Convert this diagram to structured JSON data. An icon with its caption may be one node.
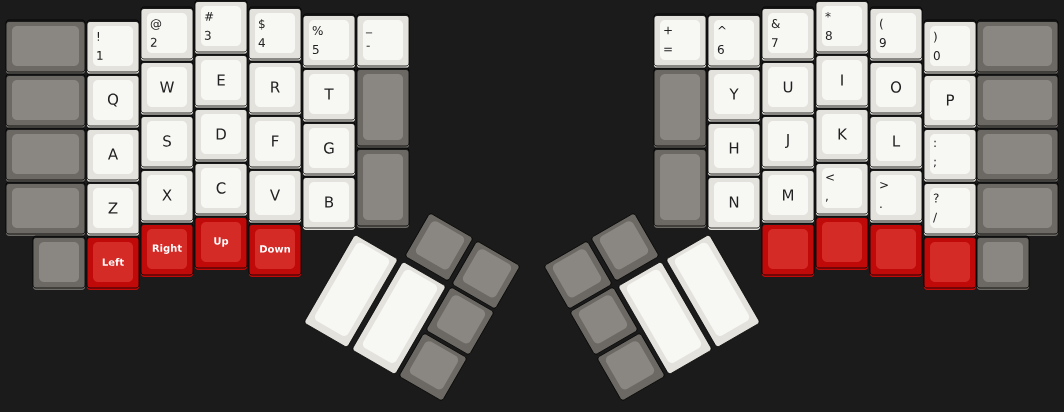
{
  "diagram": {
    "nodes": [
      {
        "text": [],
        "shape": "box"
      },
      {
        "text": [
          "!",
          "1"
        ]
      },
      {
        "text": [
          "@",
          "2"
        ]
      },
      {
        "text": [
          "#",
          "3"
        ]
      },
      {
        "text": [
          "$",
          "4"
        ]
      },
      {
        "text": [
          "%",
          "5"
        ]
      },
      {
        "text": [
          "_",
          "-"
        ]
      },
      {
        "text": [],
        "shape": "box"
      },
      {
        "text": [
          "Q"
        ]
      },
      {
        "text": [
          "W"
        ]
      },
      {
        "text": [
          "E"
        ]
      },
      {
        "text": [
          "R"
        ]
      },
      {
        "text": [
          "T"
        ]
      },
      {
        "text": [],
        "shape": "box"
      },
      {
        "text": [],
        "shape": "box"
      },
      {
        "text": [
          "A"
        ]
      },
      {
        "text": [
          "S"
        ]
      },
      {
        "text": [
          "D"
        ]
      },
      {
        "text": [
          "F"
        ]
      },
      {
        "text": [
          "G"
        ]
      },
      {
        "text": [],
        "shape": "box"
      },
      {
        "text": [],
        "shape": "box"
      },
      {
        "text": [
          "Z"
        ]
      },
      {
        "text": [
          "X"
        ]
      },
      {
        "text": [
          "C"
        ]
      },
      {
        "text": [
          "V"
        ]
      },
      {
        "text": [
          "B"
        ]
      },
      {
        "text": [],
        "shape": "box"
      },
      {
        "text": [
          "Left"
        ]
      },
      {
        "text": [
          "Right"
        ]
      },
      {
        "text": [
          "Up"
        ]
      },
      {
        "text": [
          "Down"
        ]
      },
      {
        "text": [],
        "shape": "box"
      },
      {
        "text": [],
        "shape": "box"
      },
      {
        "text": [],
        "shape": "box"
      },
      {
        "text": [],
        "shape": "box"
      },
      {
        "text": [],
        "shape": "box"
      },
      {
        "text": [],
        "shape": "box"
      },
      {
        "text": [
          "+",
          "="
        ]
      },
      {
        "text": [
          "^",
          "6"
        ]
      },
      {
        "text": [
          "&",
          "7"
        ]
      },
      {
        "text": [
          "*",
          "8"
        ]
      },
      {
        "text": [
          "(",
          "9"
        ]
      },
      {
        "text": [
          ")",
          "0"
        ]
      },
      {
        "text": [],
        "shape": "box"
      },
      {
        "text": [],
        "shape": "box"
      },
      {
        "text": [
          "Y"
        ]
      },
      {
        "text": [
          "U"
        ]
      },
      {
        "text": [
          "I"
        ]
      },
      {
        "text": [
          "O"
        ]
      },
      {
        "text": [
          "P"
        ]
      },
      {
        "text": [],
        "shape": "box"
      },
      {
        "text": [],
        "shape": "box"
      },
      {
        "text": [
          "H"
        ]
      },
      {
        "text": [
          "J"
        ]
      },
      {
        "text": [
          "K"
        ]
      },
      {
        "text": [
          "L"
        ]
      },
      {
        "text": [
          ":",
          ";"
        ]
      },
      {
        "text": [],
        "shape": "box"
      },
      {
        "text": [
          "N"
        ]
      },
      {
        "text": [
          "M"
        ]
      },
      {
        "text": [
          "<",
          ","
        ]
      },
      {
        "text": [
          ">",
          "."
        ]
      },
      {
        "text": [
          "?",
          "/"
        ]
      },
      {
        "text": [],
        "shape": "box"
      },
      {
        "text": [],
        "shape": "box"
      },
      {
        "text": [],
        "shape": "box"
      },
      {
        "text": [],
        "shape": "box"
      },
      {
        "text": [],
        "shape": "box"
      },
      {
        "text": [],
        "shape": "box"
      },
      {
        "text": [],
        "shape": "box"
      },
      {
        "text": [],
        "shape": "box"
      },
      {
        "text": [],
        "shape": "box"
      },
      {
        "text": [],
        "shape": "box"
      },
      {
        "text": [],
        "shape": "box"
      },
      {
        "text": [],
        "shape": "box"
      }
    ]
  }
}
